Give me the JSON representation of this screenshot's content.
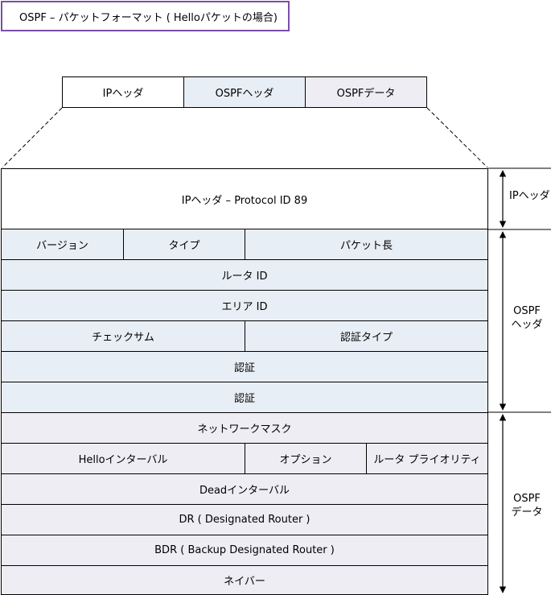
{
  "title": "OSPF – パケットフォーマット ( Helloパケットの場合)",
  "top_bar": {
    "ip_header": "IPヘッダ",
    "ospf_header": "OSPFヘッダ",
    "ospf_data": "OSPFデータ"
  },
  "ip_section": {
    "row": "IPヘッダ – Protocol ID 89"
  },
  "ospf_header_section": {
    "version": "バージョン",
    "type": "タイプ",
    "packet_length": "パケット長",
    "router_id": "ルータ ID",
    "area_id": "エリア ID",
    "checksum": "チェックサム",
    "auth_type": "認証タイプ",
    "auth_1": "認証",
    "auth_2": "認証"
  },
  "ospf_data_section": {
    "netmask": "ネットワークマスク",
    "hello_interval": "Helloインターバル",
    "options": "オプション",
    "router_priority": "ルータ プライオリティ",
    "dead_interval": "Deadインターバル",
    "dr": "DR ( Designated Router )",
    "bdr": "BDR ( Backup Designated Router )",
    "neighbor": "ネイバー"
  },
  "side_labels": {
    "ip_header": "IPヘッダ",
    "ospf_header_line1": "OSPF",
    "ospf_header_line2": "ヘッダ",
    "ospf_data_line1": "OSPF",
    "ospf_data_line2": "データ"
  },
  "colors": {
    "title_border": "#7b4ea8",
    "ip_fill": "#ffffff",
    "ospf_header_fill": "#e8eef5",
    "ospf_data_fill": "#eeedf4"
  }
}
